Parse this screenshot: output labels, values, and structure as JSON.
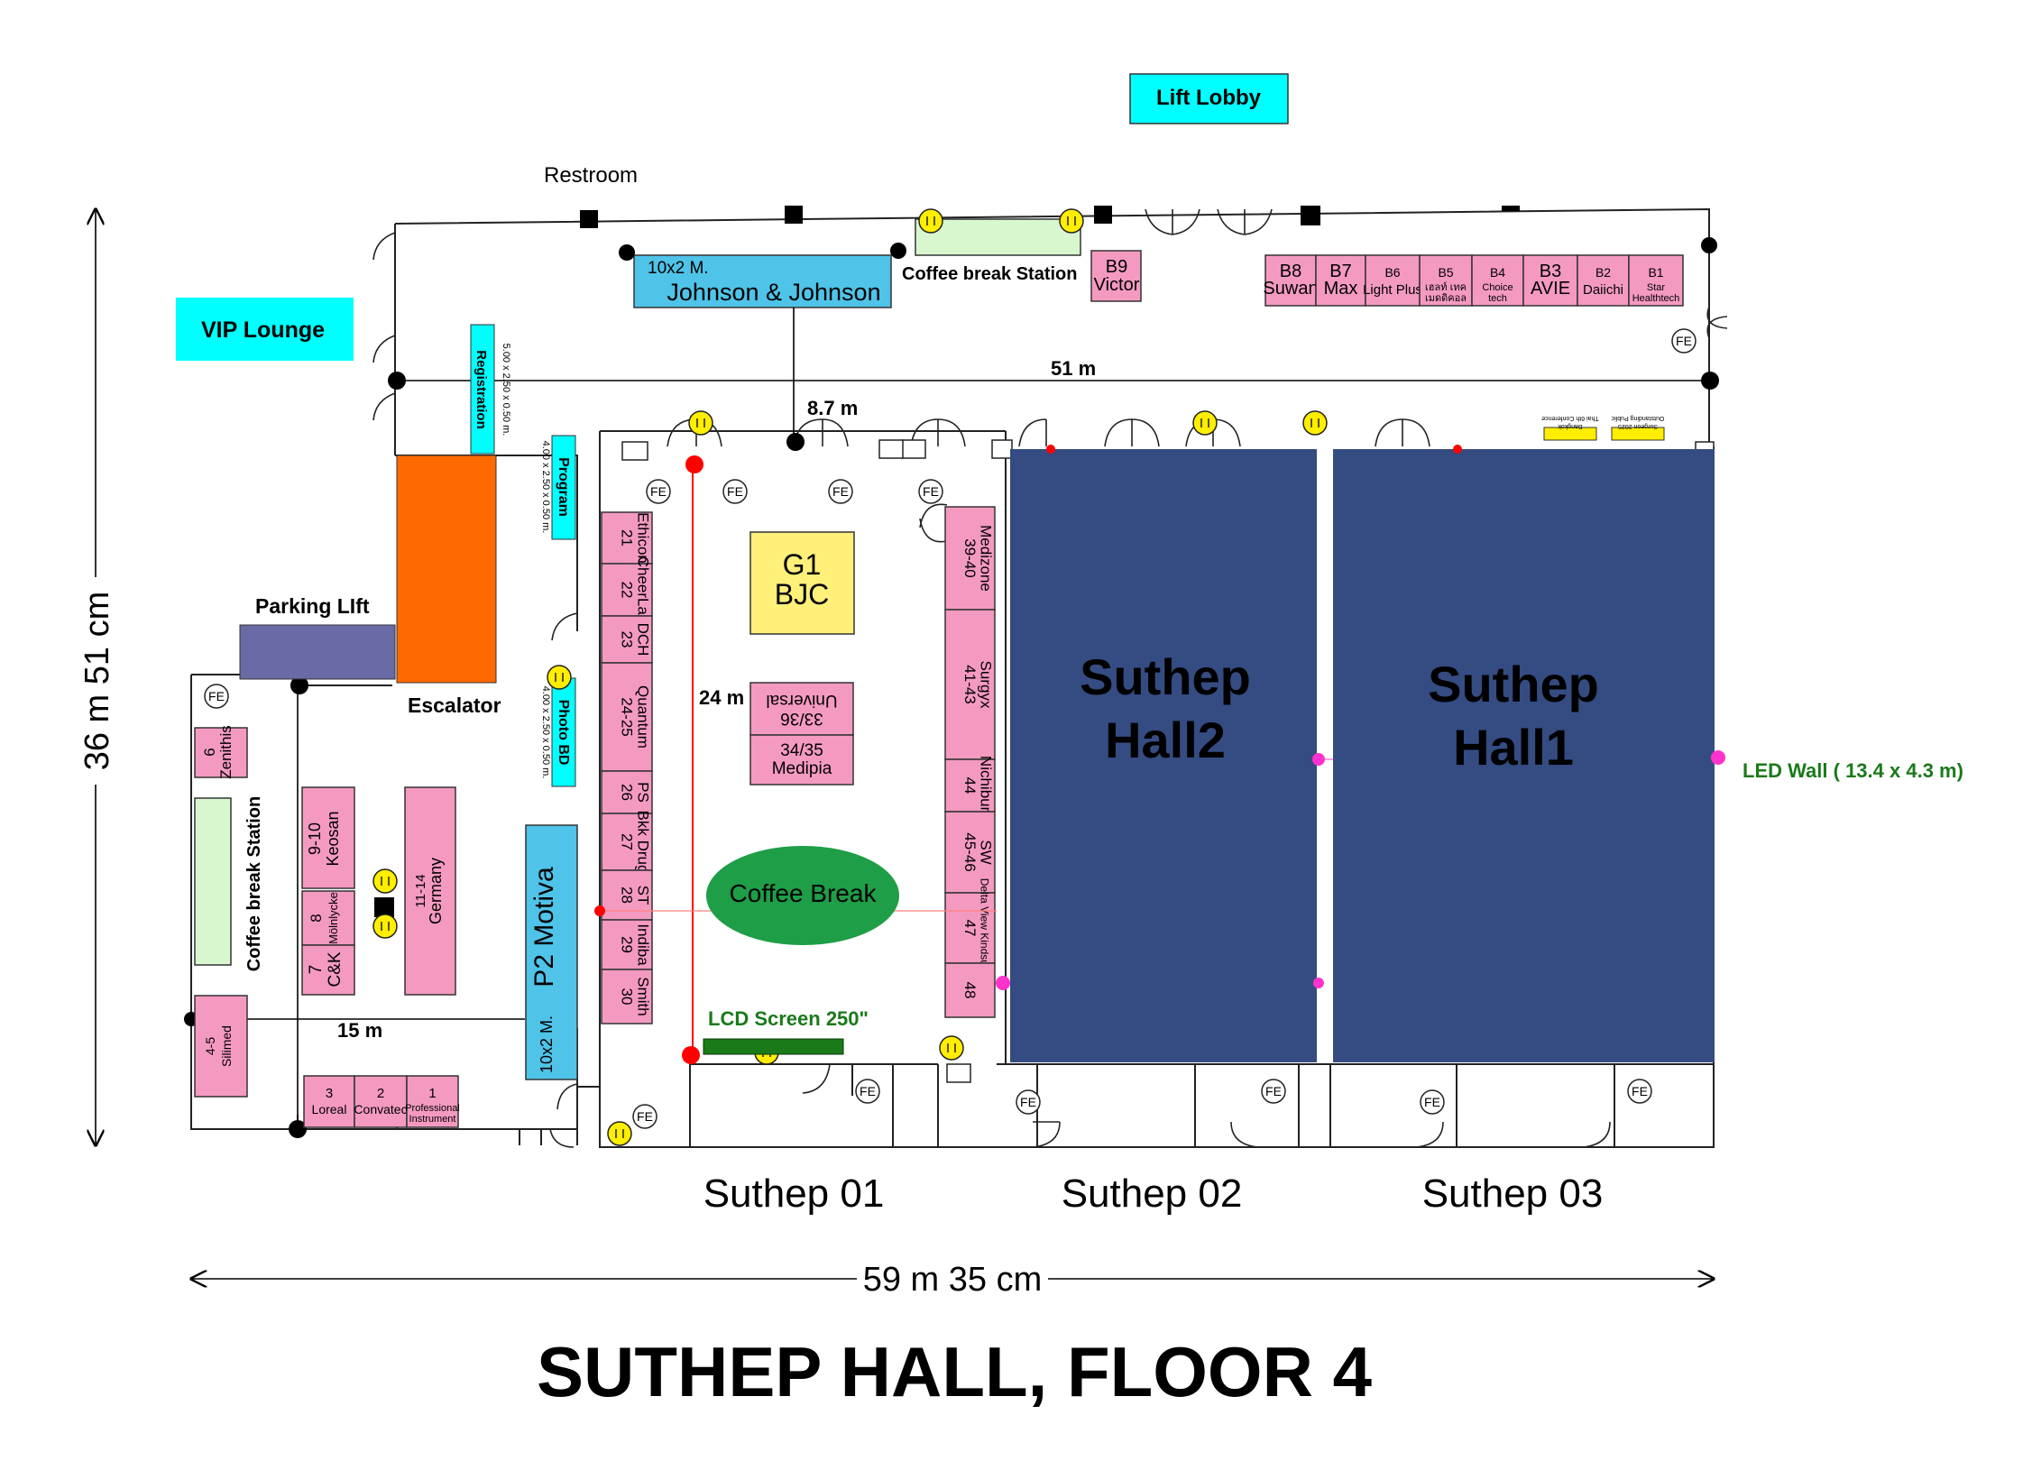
{
  "title": "SUTHEP HALL, FLOOR 4",
  "dimensions": {
    "height": "36 m 51 cm",
    "width": "59 m 35 cm"
  },
  "colors": {
    "pink": "#f49ac1",
    "blue": "#4fc3e8",
    "navy": "#354c82",
    "cyan": "#00ffff",
    "orange": "#ff6a00",
    "yellow": "#fff07a",
    "green_oval": "#1e9e47",
    "light_green": "#d9f7cf",
    "purple": "#6a6aa6",
    "red": "#ff0000",
    "magenta": "#ff33cc",
    "dark_green": "#1a7a1a"
  },
  "labels": {
    "lift_lobby": "Lift Lobby",
    "restroom": "Restroom",
    "vip_lounge": "VIP Lounge",
    "registration": "Registration",
    "registration_size": "5.00 x 2.50 x 0.50 m.",
    "program": "Program",
    "program_size": "4.00 x 2.50 x 0.50 m.",
    "photo_bd": "Photo BD",
    "photo_bd_size": "4.00 x 2.50 x 0.50 m.",
    "parking_lift": "Parking LIft",
    "escalator": "Escalator",
    "coffee_station_top": "Coffee break Station",
    "coffee_station_left": "Coffee break Station",
    "coffee_break": "Coffee Break",
    "lcd_screen": "LCD Screen 250\"",
    "led_wall": "LED Wall ( 13.4 x 4.3 m)",
    "dist_51": "51 m",
    "dist_8_7": "8.7 m",
    "dist_24": "24 m",
    "dist_15": "15 m",
    "fe": "FE"
  },
  "jj": {
    "size": "10x2 M.",
    "name": "Johnson & Johnson"
  },
  "motiva": {
    "name": "P2 Motiva",
    "size": "10x2 M."
  },
  "g1": {
    "code": "G1",
    "name": "BJC"
  },
  "b9": {
    "code": "B9",
    "name": "Victor"
  },
  "halls": [
    {
      "line1": "Suthep",
      "line2": "Hall2"
    },
    {
      "line1": "Suthep",
      "line2": "Hall1"
    }
  ],
  "rooms": [
    "Suthep 01",
    "Suthep 02",
    "Suthep 03"
  ],
  "b_booths": [
    {
      "code": "B8",
      "name": "Suwan"
    },
    {
      "code": "B7",
      "name": "Max"
    },
    {
      "code": "B6",
      "name": "Light Plus"
    },
    {
      "code": "B5",
      "name": "เฮลท์ เทค",
      "name2": "เมดดิคอล"
    },
    {
      "code": "B4",
      "name": "Choice",
      "name2": "tech"
    },
    {
      "code": "B3",
      "name": "AVIE"
    },
    {
      "code": "B2",
      "name": "Daiichi"
    },
    {
      "code": "B1",
      "name": "Star",
      "name2": "Healthtech"
    }
  ],
  "col_a": [
    {
      "code": "21",
      "name": "Ethicon"
    },
    {
      "code": "22",
      "name": "CheerLab"
    },
    {
      "code": "23",
      "name": "DCH"
    },
    {
      "code": "24-25",
      "name": "Quantum"
    },
    {
      "code": "26",
      "name": "PS"
    },
    {
      "code": "27",
      "name": "Bkk Drug"
    },
    {
      "code": "28",
      "name": "ST"
    },
    {
      "code": "29",
      "name": "Indiba"
    },
    {
      "code": "30",
      "name": "Smith"
    }
  ],
  "col_b": [
    {
      "code": "39-40",
      "name": "Medizone"
    },
    {
      "code": "41-43",
      "name": "Surgyx"
    },
    {
      "code": "44",
      "name": "Nichibun"
    },
    {
      "code": "45-46",
      "name": "SW"
    },
    {
      "code": "47",
      "name": "Delta View Kindsung"
    },
    {
      "code": "48",
      "name": ""
    }
  ],
  "mid_booths": [
    {
      "code": "33/36",
      "name": "Universal"
    },
    {
      "code": "34/35",
      "name": "Medipia"
    }
  ],
  "left_booths": {
    "zenithis": {
      "code": "6",
      "name": "Zenithis"
    },
    "keosan": {
      "code": "9-10",
      "name": "Keosan"
    },
    "molnlycke": {
      "code": "8",
      "name": "Mölnlycke"
    },
    "ck": {
      "code": "7",
      "name": "C&K"
    },
    "germany": {
      "code": "11-14",
      "name": "Germany"
    },
    "silimed": {
      "code": "4-5",
      "name": "Silimed"
    }
  },
  "bottom_booths": [
    {
      "code": "3",
      "name": "Loreal"
    },
    {
      "code": "2",
      "name": "Convatec"
    },
    {
      "code": "1",
      "name": "Professional",
      "name2": "Instrument"
    }
  ],
  "top_right_signs": [
    {
      "text": "Thai 6th Conference",
      "text2": "Bangkok"
    },
    {
      "text": "Outstanding Public",
      "text2": "Surgeon 2025"
    }
  ]
}
